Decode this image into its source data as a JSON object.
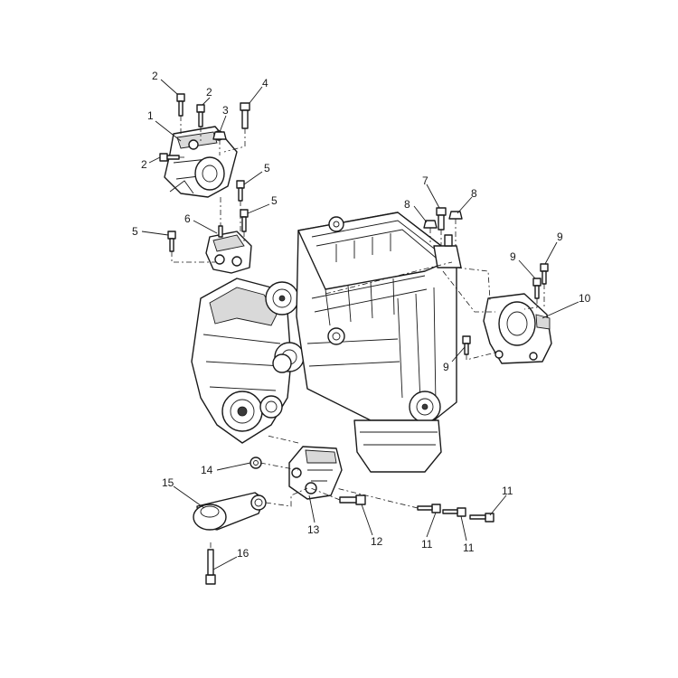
{
  "diagram": {
    "callouts": [
      {
        "label": "1"
      },
      {
        "label": "2"
      },
      {
        "label": "2"
      },
      {
        "label": "2"
      },
      {
        "label": "3"
      },
      {
        "label": "4"
      },
      {
        "label": "5"
      },
      {
        "label": "5"
      },
      {
        "label": "5"
      },
      {
        "label": "6"
      },
      {
        "label": "7"
      },
      {
        "label": "8"
      },
      {
        "label": "8"
      },
      {
        "label": "9"
      },
      {
        "label": "9"
      },
      {
        "label": "9"
      },
      {
        "label": "10"
      },
      {
        "label": "11"
      },
      {
        "label": "11"
      },
      {
        "label": "11"
      },
      {
        "label": "12"
      },
      {
        "label": "13"
      },
      {
        "label": "14"
      },
      {
        "label": "15"
      },
      {
        "label": "16"
      }
    ]
  }
}
